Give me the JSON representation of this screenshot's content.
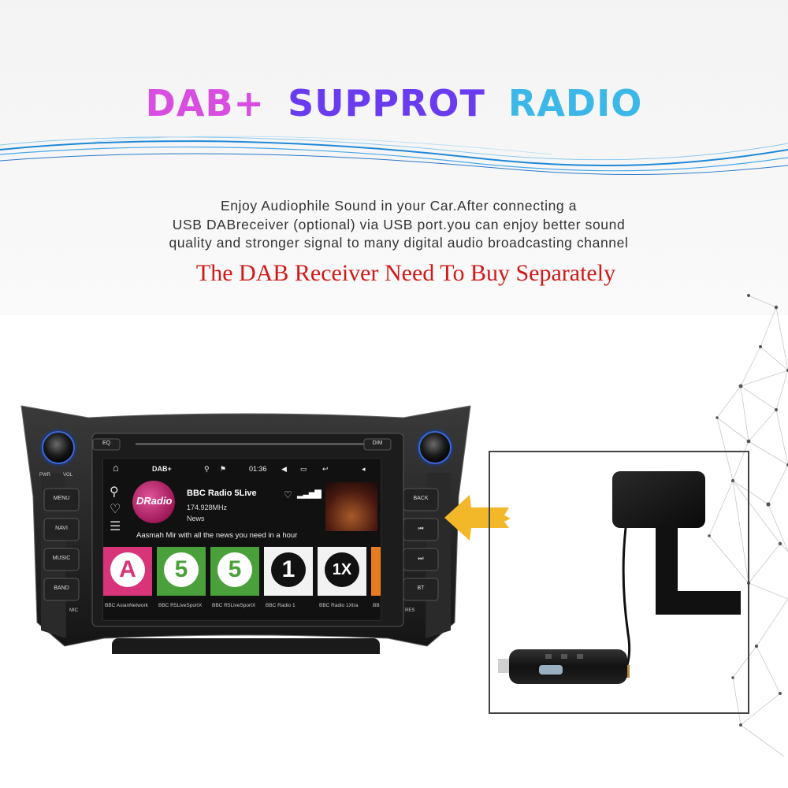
{
  "heading": {
    "part1": "DAB+",
    "part2": "SUPPROT",
    "part3": "RADIO",
    "colors": {
      "part1": "#d84ee0",
      "part2": "#6a3cf0",
      "part3": "#3cb8e8"
    }
  },
  "description": {
    "line1": "Enjoy Audiophile Sound in your Car.After connecting a",
    "line2": "USB DABreceiver (optional) via USB port.you can enjoy better sound",
    "line3": "quality and stronger signal to many digital audio broadcasting channel"
  },
  "note": "The DAB Receiver Need To Buy Separately",
  "head_unit": {
    "buttons": {
      "eq": "EQ",
      "dim": "DIM",
      "pwr": "PWR",
      "vol": "VOL",
      "menu": "MENU",
      "navi": "NAVI",
      "music": "MUSIC",
      "band": "BAND",
      "mic": "MIC",
      "back": "BACK",
      "bt": "BT",
      "res": "RES"
    },
    "screen": {
      "status": {
        "app": "DAB+",
        "time": "01:36"
      },
      "logo_text": "DRadio",
      "station": "BBC Radio 5Live",
      "frequency": "174.928MHz",
      "genre": "News",
      "marquee": "Aasmah Mir with all the news you need in a hour",
      "stations": [
        {
          "label": "BBC AsianNetwork",
          "glyph": "A",
          "color": "#d8347a"
        },
        {
          "label": "BBC R5LiveSportX",
          "glyph": "5",
          "color": "#4aa03a"
        },
        {
          "label": "BBC R5LiveSportX",
          "glyph": "5",
          "color": "#4aa03a"
        },
        {
          "label": "BBC Radio 1",
          "glyph": "1",
          "color": "#f2f2f2"
        },
        {
          "label": "BBC Radio 1Xtra",
          "glyph": "1X",
          "color": "#f2f2f2"
        },
        {
          "label": "BB",
          "glyph": "",
          "color": "#e87a20"
        }
      ]
    }
  },
  "arrow_color": "#f2b82a"
}
